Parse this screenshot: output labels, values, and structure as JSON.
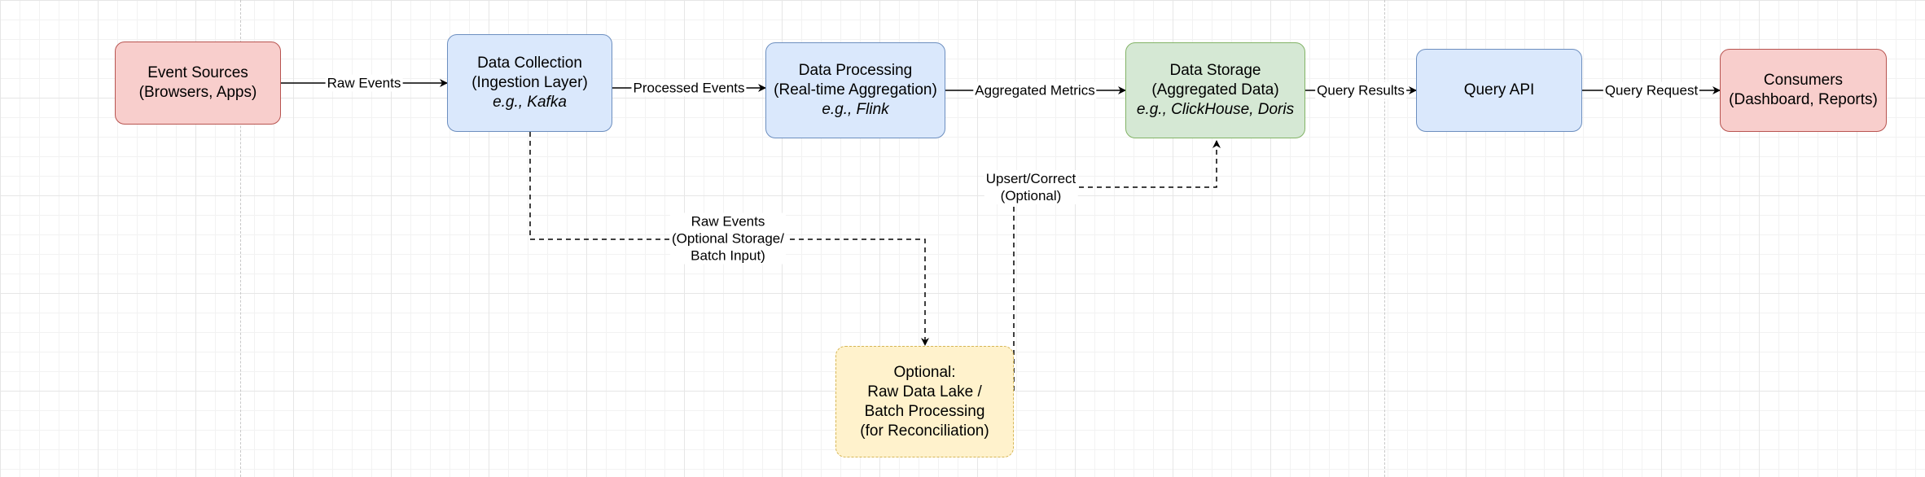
{
  "nodes": {
    "event_sources": {
      "line1": "Event Sources",
      "line2": "(Browsers, Apps)"
    },
    "data_collection": {
      "line1": "Data Collection",
      "line2": "(Ingestion Layer)",
      "example": "e.g., Kafka"
    },
    "data_processing": {
      "line1": "Data Processing",
      "line2": "(Real-time Aggregation)",
      "example": "e.g., Flink"
    },
    "data_storage": {
      "line1": "Data Storage",
      "line2": "(Aggregated Data)",
      "example": "e.g., ClickHouse, Doris"
    },
    "query_api": {
      "line1": "Query API"
    },
    "consumers": {
      "line1": "Consumers",
      "line2": "(Dashboard, Reports)"
    },
    "optional_lake": {
      "line1": "Optional:",
      "line2": "Raw Data Lake /",
      "line3": "Batch Processing",
      "line4": "(for Reconciliation)"
    }
  },
  "edges": {
    "raw_events": "Raw Events",
    "processed_events": "Processed Events",
    "aggregated_metrics": "Aggregated Metrics",
    "query_results": "Query Results",
    "query_request": "Query Request",
    "raw_events_optional": {
      "line1": "Raw Events",
      "line2": "(Optional Storage/",
      "line3": "Batch Input)"
    },
    "upsert_correct": {
      "line1": "Upsert/Correct",
      "line2": "(Optional)"
    }
  },
  "colors": {
    "red_fill": "#f8cecc",
    "red_stroke": "#b85450",
    "blue_fill": "#dae8fc",
    "blue_stroke": "#6c8ebf",
    "green_fill": "#d5e8d4",
    "green_stroke": "#82b366",
    "yellow_fill": "#fff2cc",
    "yellow_stroke": "#d6b656"
  }
}
